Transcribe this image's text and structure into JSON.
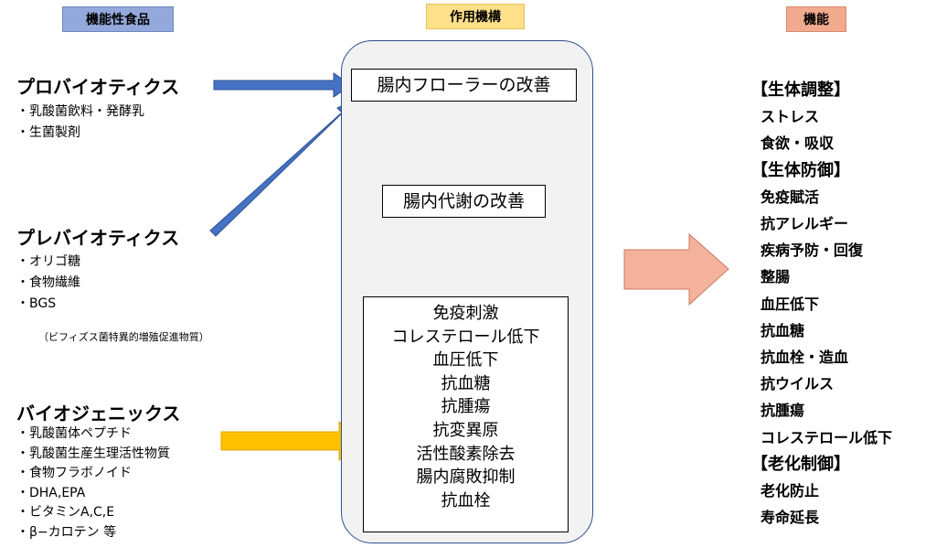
{
  "headers": {
    "foods": "機能性食品",
    "mechanism": "作用機構",
    "function": "機能"
  },
  "colors": {
    "blue_arrow": "#4472c4",
    "yellow_arrow": "#ffc000",
    "salmon_arrow": "#f4b19c",
    "panel_border": "#2f4f8f",
    "panel_fill": "#f2f2f2"
  },
  "foods": {
    "probiotics": {
      "title": "プロバイオティクス",
      "items": [
        "乳酸菌飲料・発酵乳",
        "生菌製剤"
      ]
    },
    "prebiotics": {
      "title": "プレバイオティクス",
      "items": [
        "オリゴ糖",
        "食物繊維",
        "BGS"
      ],
      "note": "（ビフィズス菌特異的増殖促進物質）"
    },
    "biogenics": {
      "title": "バイオジェニックス",
      "items": [
        "乳酸菌体ペプチド",
        "乳酸菌生産生理活性物質",
        "食物フラボノイド",
        "DHA,EPA",
        "ビタミンA,C,E",
        "β−カロテン 等"
      ]
    }
  },
  "mechanism": {
    "step1": "腸内フローラーの改善",
    "step2": "腸内代謝の改善",
    "effects": [
      "免疫刺激",
      "コレステロール低下",
      "血圧低下",
      "抗血糖",
      "抗腫瘍",
      "抗変異原",
      "活性酸素除去",
      "腸内腐敗抑制",
      "抗血栓"
    ]
  },
  "functions": {
    "regulation": {
      "title": "【生体調整】",
      "items": [
        "ストレス",
        "食欲・吸収"
      ]
    },
    "defense": {
      "title": "【生体防御】",
      "items": [
        "免疫賦活",
        "抗アレルギー",
        "疾病予防・回復",
        "整腸",
        "血圧低下",
        "抗血糖",
        "抗血栓・造血",
        "抗ウイルス",
        "抗腫瘍",
        "コレステロール低下"
      ]
    },
    "aging": {
      "title": "【老化制御】",
      "items": [
        "老化防止",
        "寿命延長"
      ]
    }
  }
}
